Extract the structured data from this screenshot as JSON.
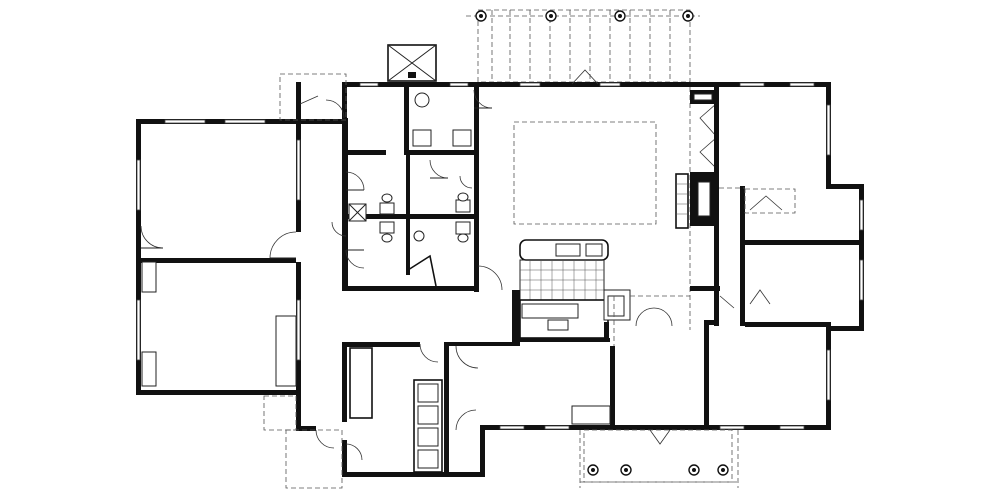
{
  "image_title": "",
  "colors": {
    "wall": "#111111",
    "line": "#222222",
    "background": "#ffffff"
  },
  "rooms": [
    {
      "id": "bedroom-west-upper"
    },
    {
      "id": "bedroom-west-lower"
    },
    {
      "id": "central-hall"
    },
    {
      "id": "bath-upper"
    },
    {
      "id": "bath-middle"
    },
    {
      "id": "great-room"
    },
    {
      "id": "kitchen"
    },
    {
      "id": "laundry-room"
    },
    {
      "id": "east-bedroom-upper"
    },
    {
      "id": "east-closet-upper"
    },
    {
      "id": "east-closet-lower"
    },
    {
      "id": "east-bedroom-lower"
    },
    {
      "id": "front-porch"
    },
    {
      "id": "rear-pergola"
    }
  ]
}
